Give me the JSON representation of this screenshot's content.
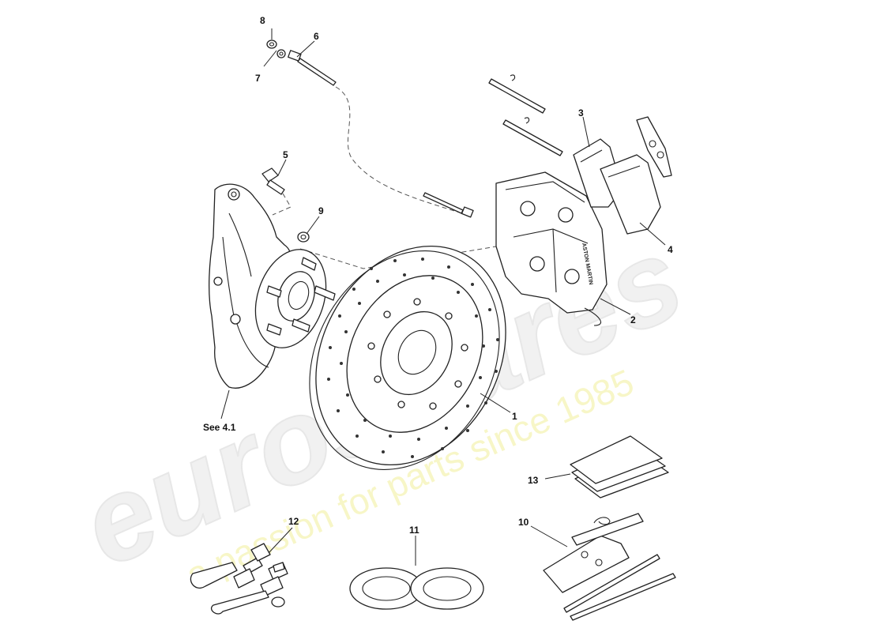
{
  "watermark": {
    "brand": "eurospares",
    "tagline": "a passion for parts since 1985",
    "tagline_color": "#f2ef9a",
    "brand_color": "#e6e6e6"
  },
  "callouts": {
    "c1": "1",
    "c2": "2",
    "c3": "3",
    "c4": "4",
    "c5": "5",
    "c6": "6",
    "c7": "7",
    "c8": "8",
    "c9": "9",
    "c10": "10",
    "c11": "11",
    "c12": "12",
    "c13": "13",
    "see": "See 4.1"
  },
  "caliper_lettering": "ASTON MARTIN"
}
